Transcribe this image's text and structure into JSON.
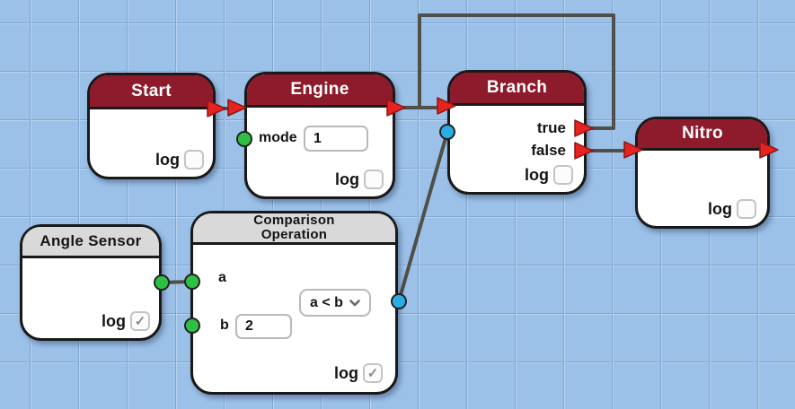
{
  "colors": {
    "background": "#9bc1e9",
    "grid_line": "#7ea6d2",
    "grid_highlight": "#b7d2ee",
    "node_border": "#191919",
    "node_body": "#ffffff",
    "header_red": "#8e1b2b",
    "header_gray": "#d9d9d9",
    "header_text_light": "#ffffff",
    "header_text_dark": "#141414",
    "wire": "#514f49",
    "arrow_fill": "#e5231f",
    "arrow_edge": "#8f1313",
    "port_green": "#2dc143",
    "port_blue": "#2aace4",
    "port_edge": "#222222",
    "checkbox_border": "#c4c4c4",
    "checkmark": "#8a8a8a",
    "input_border": "#b9b9b9",
    "label_text": "#141414"
  },
  "nodes": {
    "start": {
      "title": "Start",
      "log_label": "log",
      "log_checked": false
    },
    "engine": {
      "title": "Engine",
      "mode_label": "mode",
      "mode_value": "1",
      "log_label": "log",
      "log_checked": false
    },
    "branch": {
      "title": "Branch",
      "true_label": "true",
      "false_label": "false",
      "log_label": "log",
      "log_checked": false
    },
    "nitro": {
      "title": "Nitro",
      "log_label": "log",
      "log_checked": false
    },
    "angle_sensor": {
      "title": "Angle Sensor",
      "log_label": "log",
      "log_checked": true,
      "check_glyph": "✓"
    },
    "comparison": {
      "title_line1": "Comparison",
      "title_line2": "Operation",
      "a_label": "a",
      "b_label": "b",
      "b_value": "2",
      "operator_value": "a < b",
      "log_label": "log",
      "log_checked": true,
      "check_glyph": "✓"
    }
  },
  "connections": [
    {
      "from": "start.out",
      "to": "engine.in"
    },
    {
      "from": "engine.out",
      "to": "branch.in"
    },
    {
      "from": "branch.true",
      "to": "branch.in"
    },
    {
      "from": "branch.false",
      "to": "nitro.in"
    },
    {
      "from": "angle_sensor.out",
      "to": "comparison.a"
    },
    {
      "from": "comparison.out",
      "to": "branch.condition"
    }
  ]
}
